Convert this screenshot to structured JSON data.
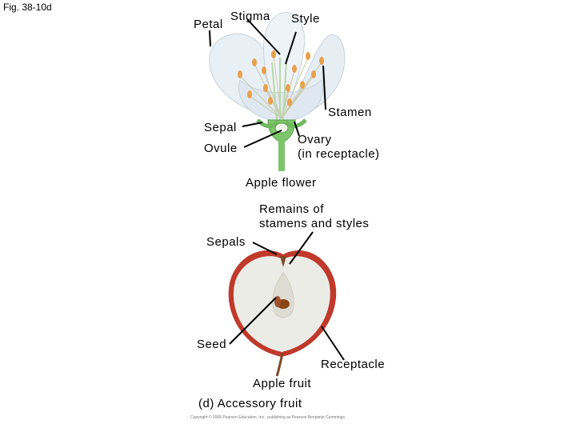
{
  "figure_id": "Fig. 38-10d",
  "flower": {
    "labels": {
      "petal": "Petal",
      "stigma": "Stigma",
      "style": "Style",
      "stamen": "Stamen",
      "sepal": "Sepal",
      "ovule": "Ovule",
      "ovary_line1": "Ovary",
      "ovary_line2": "(in receptacle)"
    },
    "caption": "Apple flower"
  },
  "fruit": {
    "labels": {
      "remains_line1": "Remains of",
      "remains_line2": "stamens and styles",
      "sepals": "Sepals",
      "seed": "Seed",
      "receptacle": "Receptacle"
    },
    "caption": "Apple fruit"
  },
  "panel_caption": "(d) Accessory fruit",
  "copyright": "Copyright © 2008 Pearson Education, Inc., publishing as Pearson Benjamin Cummings.",
  "colors": {
    "petal": "#e6eef4",
    "stem": "#7cc56a",
    "anther": "#e8a04a",
    "apple_skin": "#c0392b",
    "apple_flesh": "#ecece6",
    "seed": "#8b4513",
    "leader": "#000000"
  }
}
